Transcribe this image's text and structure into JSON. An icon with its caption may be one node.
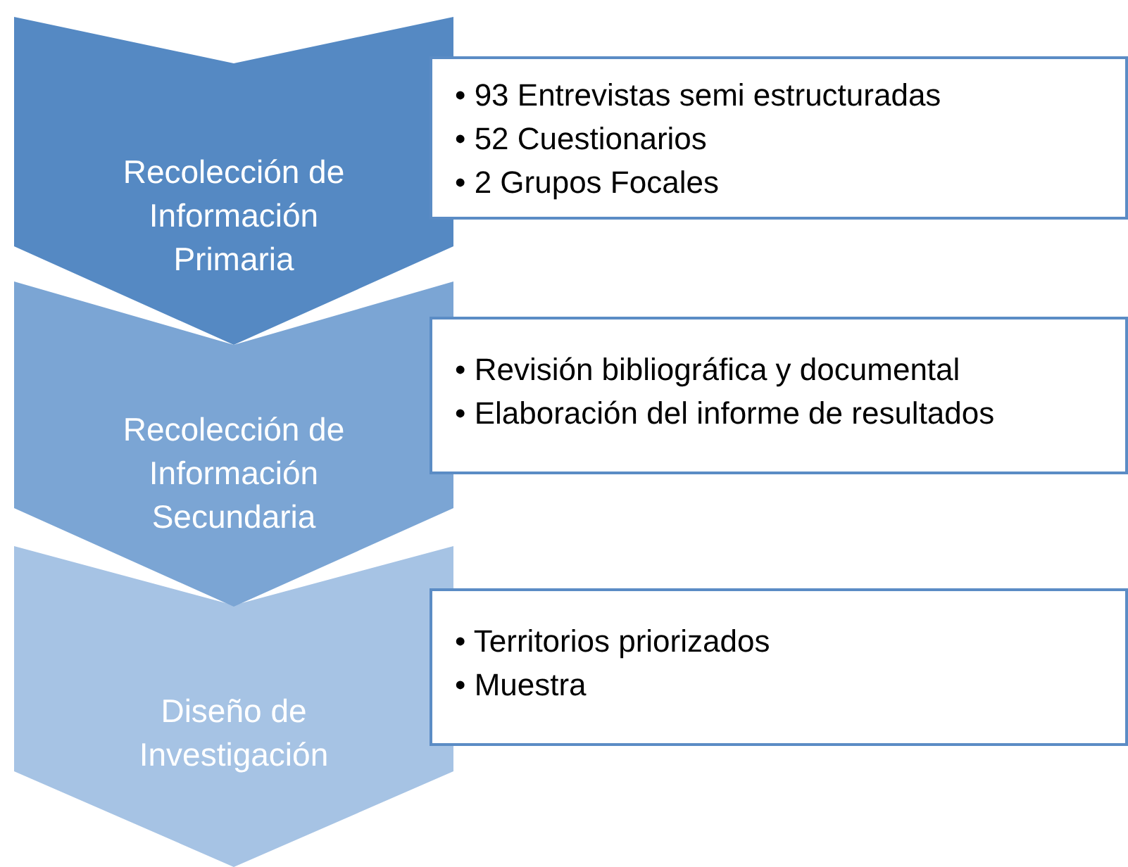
{
  "diagram": {
    "nodes": [
      {
        "text": [
          "Recolección de Información Primaria"
        ]
      },
      {
        "text": [
          "• 93 Entrevistas semi estructuradas",
          "• 52 Cuestionarios",
          "• 2 Grupos Focales"
        ]
      },
      {
        "text": [
          "Recolección de Información Secundaria"
        ]
      },
      {
        "text": [
          "• Revisión bibliográfica y documental",
          "• Elaboración del informe de resultados"
        ]
      },
      {
        "text": [
          "Diseño de Investigación"
        ]
      },
      {
        "text": [
          "• Territorios priorizados",
          "• Muestra"
        ]
      }
    ]
  }
}
